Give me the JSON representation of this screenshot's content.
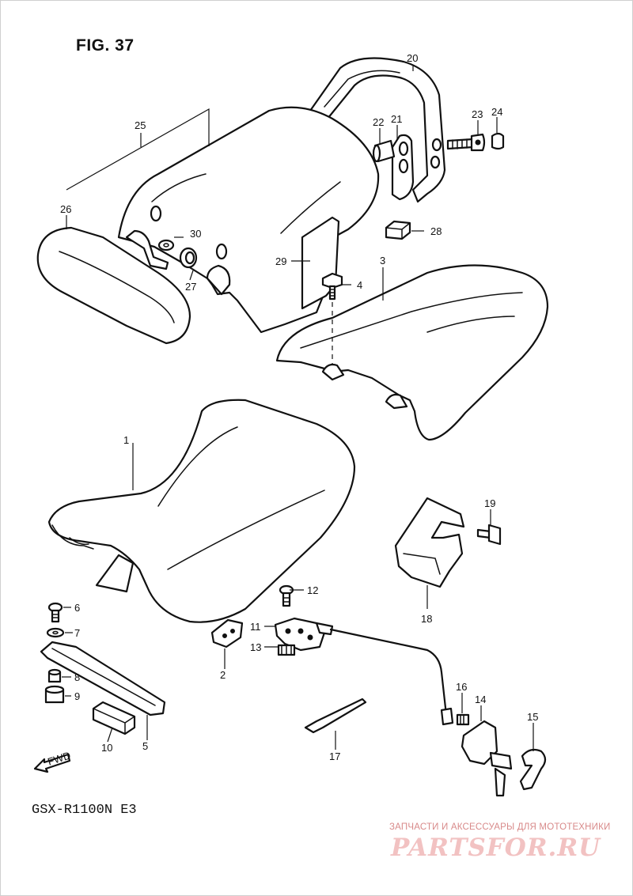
{
  "figure": {
    "title": "FIG. 37",
    "model": "GSX-R1100N E3",
    "fwd_label": "FWD"
  },
  "watermark": {
    "caption": "ЗАПЧАСТИ И АКСЕССУАРЫ ДЛЯ МОТОТЕХНИКИ",
    "logo": "PARTSFOR.RU"
  },
  "callouts": [
    {
      "id": "1",
      "text": "1"
    },
    {
      "id": "2",
      "text": "2"
    },
    {
      "id": "3",
      "text": "3"
    },
    {
      "id": "4",
      "text": "4"
    },
    {
      "id": "5",
      "text": "5"
    },
    {
      "id": "6",
      "text": "6"
    },
    {
      "id": "7",
      "text": "7"
    },
    {
      "id": "8",
      "text": "8"
    },
    {
      "id": "9",
      "text": "9"
    },
    {
      "id": "10",
      "text": "10"
    },
    {
      "id": "11",
      "text": "11"
    },
    {
      "id": "12",
      "text": "12"
    },
    {
      "id": "13",
      "text": "13"
    },
    {
      "id": "14",
      "text": "14"
    },
    {
      "id": "15",
      "text": "15"
    },
    {
      "id": "16",
      "text": "16"
    },
    {
      "id": "17",
      "text": "17"
    },
    {
      "id": "18",
      "text": "18"
    },
    {
      "id": "19",
      "text": "19"
    },
    {
      "id": "20",
      "text": "20"
    },
    {
      "id": "21",
      "text": "21"
    },
    {
      "id": "22",
      "text": "22"
    },
    {
      "id": "23",
      "text": "23"
    },
    {
      "id": "24",
      "text": "24"
    },
    {
      "id": "25",
      "text": "25"
    },
    {
      "id": "26",
      "text": "26"
    },
    {
      "id": "27",
      "text": "27"
    },
    {
      "id": "28",
      "text": "28"
    },
    {
      "id": "29",
      "text": "29"
    },
    {
      "id": "30",
      "text": "30"
    }
  ],
  "colors": {
    "ink": "#111111",
    "paper": "#ffffff",
    "watermark": "#f2c2c2"
  }
}
